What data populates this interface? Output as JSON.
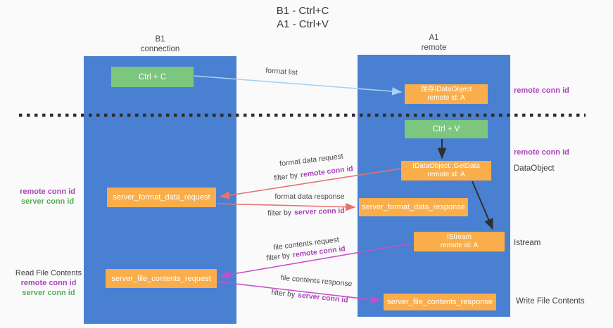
{
  "title": {
    "line1": "B1 - Ctrl+C",
    "line2": "A1 - Ctrl+V"
  },
  "lanes": {
    "b1": {
      "name": "B1",
      "subtitle": "connection"
    },
    "a1": {
      "name": "A1",
      "subtitle": "remote"
    }
  },
  "nodes": {
    "ctrl_c": {
      "label": "Ctrl + C"
    },
    "ctrl_v": {
      "label": "Ctrl + V"
    },
    "save_idataobject": {
      "line1": "保存IDataObject",
      "line2": "remote id: A"
    },
    "idataobject_getdata": {
      "line1": "IDataObject::GetData",
      "line2": "remote id: A"
    },
    "istream": {
      "line1": "IStream",
      "line2": "remote id: A"
    },
    "server_format_data_request": {
      "label": "server_format_data_request"
    },
    "server_format_data_response": {
      "label": "server_format_data_response"
    },
    "server_file_contents_request": {
      "label": "server_file_contents_request"
    },
    "server_file_contents_response": {
      "label": "server_file_contents_response"
    }
  },
  "annotations": {
    "right_top_remote_conn_id": "remote conn id",
    "right_mid_remote_conn_id": "remote conn id",
    "right_dataobject": "DataObject",
    "right_istream": "Istream",
    "right_write_file_contents": "Write File Contents",
    "left_mid": {
      "remote_conn_id": "remote conn id",
      "server_conn_id": "server conn id"
    },
    "left_bottom": {
      "read_file_contents": "Read File Contents",
      "remote_conn_id": "remote conn id",
      "server_conn_id": "server conn id"
    }
  },
  "edges": {
    "format_list": {
      "label": "format list"
    },
    "format_data_request": {
      "label": "format data request",
      "filter_prefix": "filter by",
      "filter_value": "remote conn id"
    },
    "format_data_response": {
      "label": "format data response",
      "filter_prefix": "filter by",
      "filter_value": "server conn id"
    },
    "file_contents_request": {
      "label": "file contents request",
      "filter_prefix": "filter by",
      "filter_value": "remote conn id"
    },
    "file_contents_response": {
      "label": "file contents response",
      "filter_prefix": "filter by",
      "filter_value": "server conn id"
    }
  },
  "colors": {
    "background": "#fafafa",
    "lane_blue": "#4a80d2",
    "node_orange": "#f9ae4b",
    "node_green": "#7cc67e",
    "arrow_light_blue": "#a8d2f2",
    "arrow_red": "#e8736e",
    "arrow_magenta": "#c94fc9",
    "arrow_black": "#2f2f2f",
    "text_purple": "#a845b8",
    "text_green": "#58ae58"
  }
}
